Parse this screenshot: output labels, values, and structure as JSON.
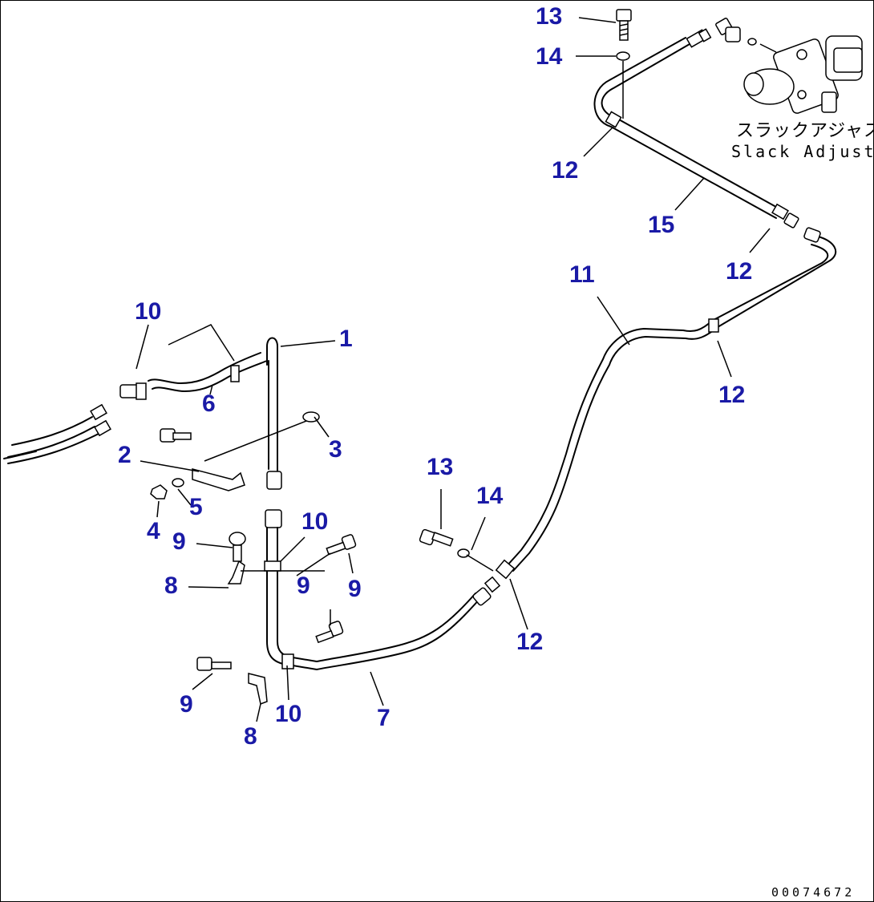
{
  "diagram": {
    "callouts": [
      {
        "id": "c13a",
        "text": "13"
      },
      {
        "id": "c14a",
        "text": "14"
      },
      {
        "id": "c12a",
        "text": "12"
      },
      {
        "id": "c15",
        "text": "15"
      },
      {
        "id": "c12b",
        "text": "12"
      },
      {
        "id": "c11",
        "text": "11"
      },
      {
        "id": "c12c",
        "text": "12"
      },
      {
        "id": "c10a",
        "text": "10"
      },
      {
        "id": "c1",
        "text": "1"
      },
      {
        "id": "c6",
        "text": "6"
      },
      {
        "id": "c3",
        "text": "3"
      },
      {
        "id": "c2",
        "text": "2"
      },
      {
        "id": "c5",
        "text": "5"
      },
      {
        "id": "c4",
        "text": "4"
      },
      {
        "id": "c10b",
        "text": "10"
      },
      {
        "id": "c9a",
        "text": "9"
      },
      {
        "id": "c8a",
        "text": "8"
      },
      {
        "id": "c9b",
        "text": "9"
      },
      {
        "id": "c9c",
        "text": "9"
      },
      {
        "id": "c13b",
        "text": "13"
      },
      {
        "id": "c14b",
        "text": "14"
      },
      {
        "id": "c12d",
        "text": "12"
      },
      {
        "id": "c9d",
        "text": "9"
      },
      {
        "id": "c8b",
        "text": "8"
      },
      {
        "id": "c10c",
        "text": "10"
      },
      {
        "id": "c7",
        "text": "7"
      }
    ],
    "component_label_jp": "スラックアジャスタ",
    "component_label_en": "Slack Adjuster",
    "document_number": "00074672",
    "callout_color": "#1a1aa6"
  }
}
